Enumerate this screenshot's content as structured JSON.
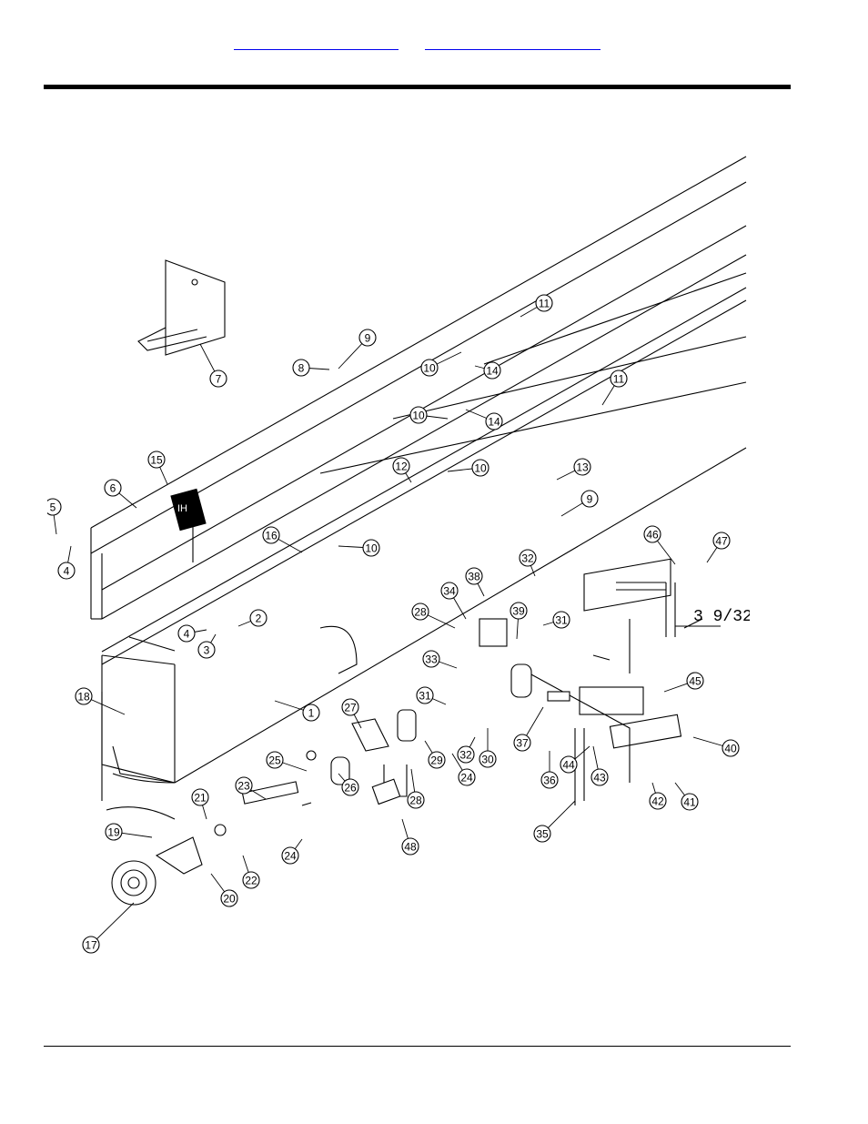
{
  "header": {
    "links": [
      {
        "label": ""
      },
      {
        "label": ""
      }
    ]
  },
  "figure": {
    "dimension_note": "3 9/32",
    "decal_text": "IH",
    "callouts": [
      "1",
      "2",
      "3",
      "4",
      "5",
      "6",
      "7",
      "8",
      "9",
      "10",
      "11",
      "12",
      "13",
      "14",
      "15",
      "16",
      "17",
      "18",
      "19",
      "20",
      "21",
      "22",
      "23",
      "24",
      "25",
      "26",
      "27",
      "28",
      "29",
      "30",
      "31",
      "32",
      "33",
      "34",
      "35",
      "36",
      "37",
      "38",
      "39",
      "40",
      "41",
      "42",
      "43",
      "44",
      "45",
      "46",
      "47",
      "48"
    ]
  }
}
